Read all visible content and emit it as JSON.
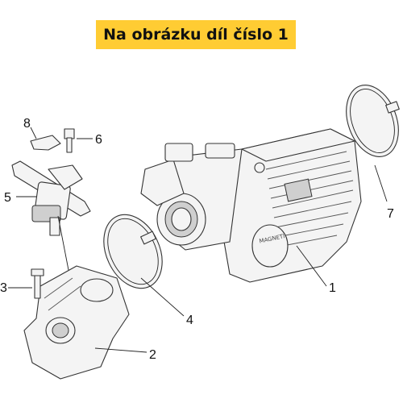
{
  "header": {
    "title": "Na obrázku díl číslo 1"
  },
  "callouts": [
    {
      "id": "1",
      "label": "1"
    },
    {
      "id": "2",
      "label": "2"
    },
    {
      "id": "3",
      "label": "3"
    },
    {
      "id": "4",
      "label": "4"
    },
    {
      "id": "5",
      "label": "5"
    },
    {
      "id": "6",
      "label": "6"
    },
    {
      "id": "7",
      "label": "7"
    },
    {
      "id": "8",
      "label": "8"
    }
  ],
  "colors": {
    "banner": "#ffcc33",
    "line": "#222222"
  }
}
